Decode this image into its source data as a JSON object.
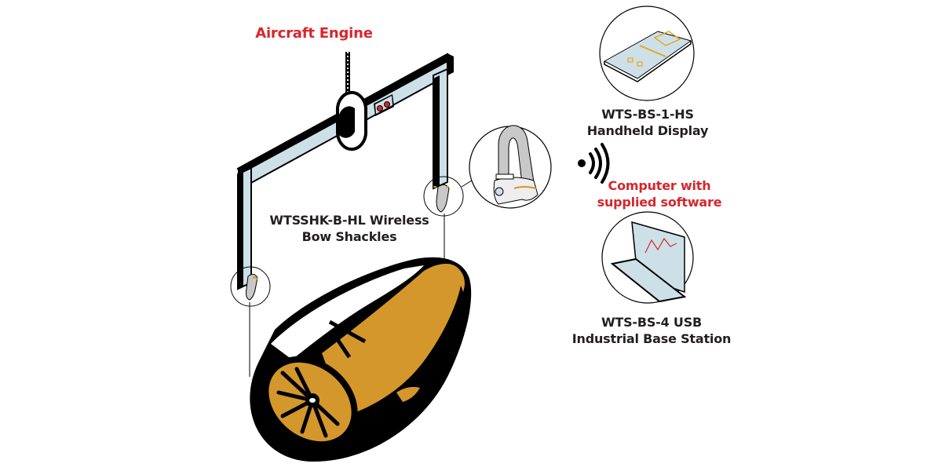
{
  "title": "Aircraft Engine",
  "shackle_label": {
    "line1": "WTSSHK-B-HL Wireless",
    "line2": "Bow Shackles"
  },
  "handheld_label": {
    "line1": "WTS-BS-1-HS",
    "line2": "Handheld Display"
  },
  "computer_label": {
    "line1": "Computer with",
    "line2": "supplied software"
  },
  "base_station_label": {
    "line1": "WTS-BS-4 USB",
    "line2": "Industrial Base Station"
  },
  "icons": [
    "aircraft-engine",
    "lifting-beam",
    "crane-cable",
    "load-cell-indicator",
    "bow-shackle",
    "wireless-signal",
    "handheld-display",
    "laptop-base-station"
  ],
  "colors": {
    "accent_red": "#d7262b",
    "engine_orange": "#d4972b",
    "beam_blue": "#cde0e8",
    "outline": "#000000",
    "shackle_gray": "#c8c8c8"
  }
}
